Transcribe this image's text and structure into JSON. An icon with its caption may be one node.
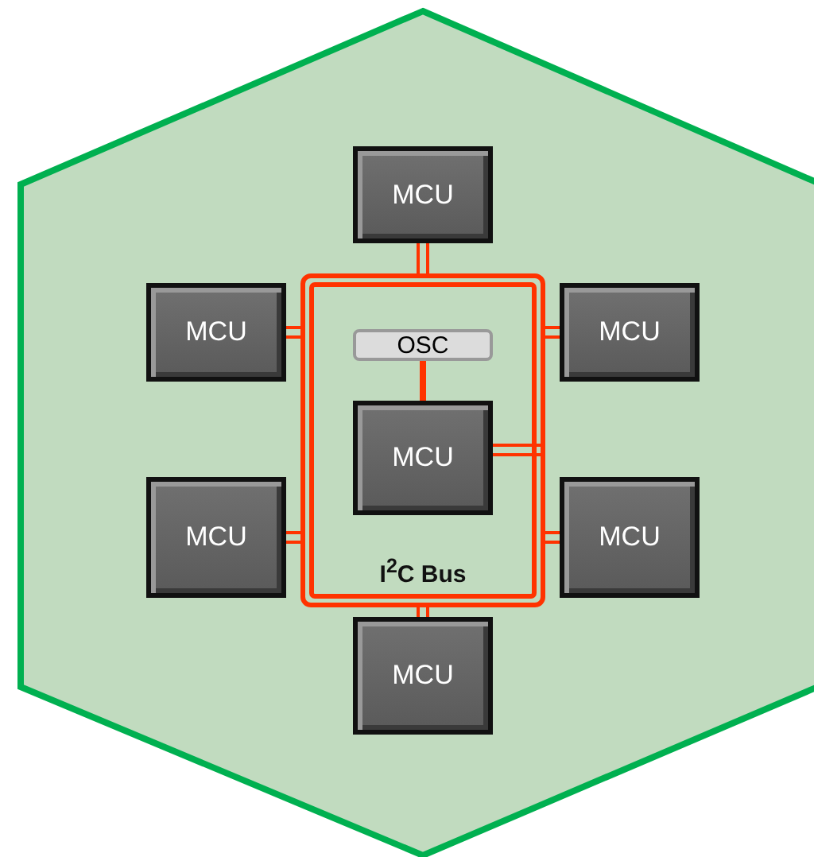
{
  "diagram": {
    "nodes": [
      {
        "text": [],
        "shape": "hexagon"
      },
      {
        "text": [
          "MCU"
        ],
        "in": 0
      },
      {
        "text": [
          "MCU"
        ],
        "in": 0
      },
      {
        "text": [
          "MCU"
        ],
        "in": 0
      },
      {
        "text": [
          "I$^{2}$C Bus"
        ],
        "in": 0
      },
      {
        "text": [
          "OSC"
        ],
        "in": 4
      },
      {
        "text": [
          "MCU"
        ],
        "in": 4
      },
      {
        "text": [
          "MCU"
        ],
        "in": 0
      },
      {
        "text": [
          "MCU"
        ],
        "in": 0
      },
      {
        "text": [
          "MCU"
        ],
        "in": 0
      }
    ],
    "edges": [
      {
        "from": 1,
        "to": 4,
        "arrow": "none"
      },
      {
        "from": 2,
        "to": 4,
        "arrow": "none"
      },
      {
        "from": 3,
        "to": 4,
        "arrow": "none"
      },
      {
        "from": 5,
        "to": 6,
        "arrow": "none",
        "style": "thick"
      },
      {
        "from": 6,
        "to": 4,
        "arrow": "none"
      },
      {
        "from": 7,
        "to": 4,
        "arrow": "none"
      },
      {
        "from": 8,
        "to": 4,
        "arrow": "none"
      },
      {
        "from": 9,
        "to": 4,
        "arrow": "none"
      }
    ]
  }
}
